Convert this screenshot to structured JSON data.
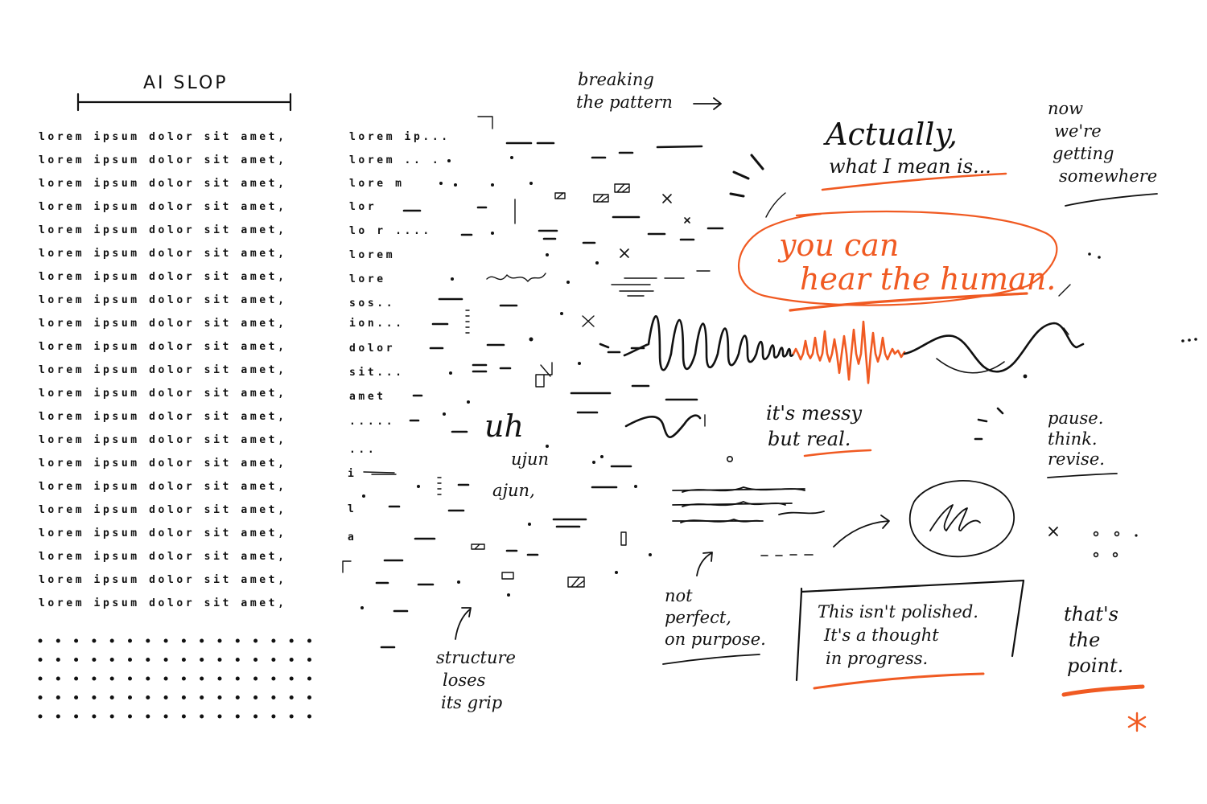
{
  "colors": {
    "ink": "#111111",
    "accent": "#f05a22",
    "background": "#ffffff"
  },
  "left_panel": {
    "title": "AI SLOP",
    "line_text": "lorem ipsum dolor sit amet,",
    "line_count": 21
  },
  "middle_panel": {
    "fragments": [
      "lorem ip...",
      "lorem .. .",
      "lore m",
      "lor",
      "lo r ....",
      "lorem",
      "lore",
      "sos..",
      "ion...",
      "dolor",
      "sit...",
      "amet",
      ".....",
      "...",
      "i",
      "l",
      "a"
    ],
    "scribbles": [
      "uh",
      "ujun",
      "ajun,"
    ]
  },
  "annotations": {
    "breaking": [
      "breaking",
      "the pattern"
    ],
    "actually": [
      "Actually,",
      "what I mean is..."
    ],
    "now": [
      "now",
      "we're",
      "getting",
      "somewhere"
    ],
    "hear": [
      "you can",
      "hear the human."
    ],
    "messy": [
      "it's messy",
      "but real."
    ],
    "pause": [
      "pause.",
      "think.",
      "revise."
    ],
    "not_perfect": [
      "not",
      "perfect,",
      "on purpose."
    ],
    "structure": [
      "structure",
      "loses",
      "its grip"
    ],
    "polished": [
      "This isn't polished.",
      "It's a thought",
      "in progress."
    ],
    "point": [
      "that's",
      "the",
      "point."
    ]
  },
  "icons": [
    "arrow-icon",
    "asterisk-icon",
    "x-mark-icon",
    "scribble-circle-icon",
    "waveform-icon"
  ]
}
